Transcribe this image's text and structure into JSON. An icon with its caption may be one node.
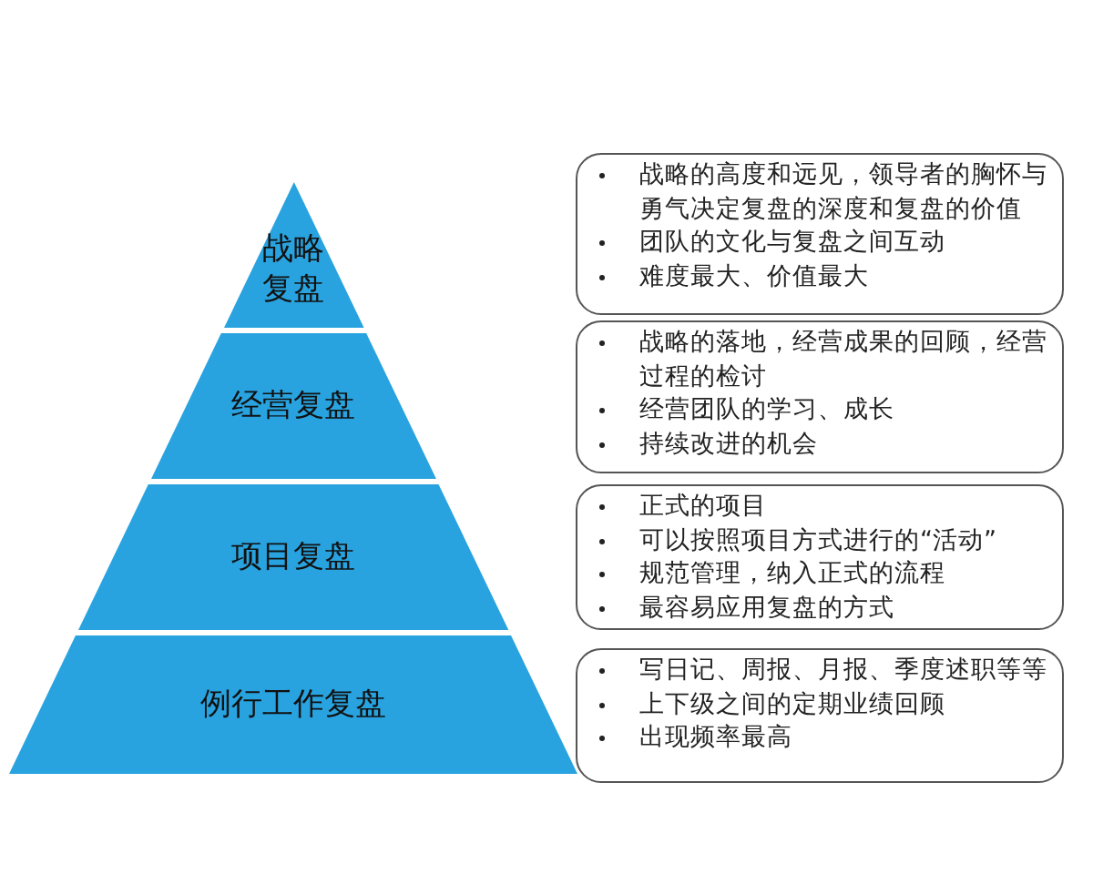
{
  "diagram": {
    "nodes": [
      {
        "text": [
          "战略复盘"
        ]
      },
      {
        "text": [
          "经营复盘"
        ]
      },
      {
        "text": [
          "项目复盘"
        ]
      },
      {
        "text": [
          "例行工作复盘"
        ]
      },
      {
        "text": [
          "战略的高度和远见，领导者的胸怀与勇气决定复盘的深度和复盘的价值",
          "团队的文化与复盘之间互动",
          "难度最大、价值最大"
        ]
      },
      {
        "text": [
          "战略的落地，经营成果的回顾，经营过程的检讨",
          "经营团队的学习、成长",
          "持续改进的机会"
        ]
      },
      {
        "text": [
          "正式的项目",
          "可以按照项目方式进行的“活动”",
          "规范管理，纳入正式的流程",
          "最容易应用复盘的方式"
        ]
      },
      {
        "text": [
          "写日记、周报、月报、季度述职等等",
          "上下级之间的定期业绩回顾",
          "出现频率最高"
        ]
      }
    ]
  }
}
